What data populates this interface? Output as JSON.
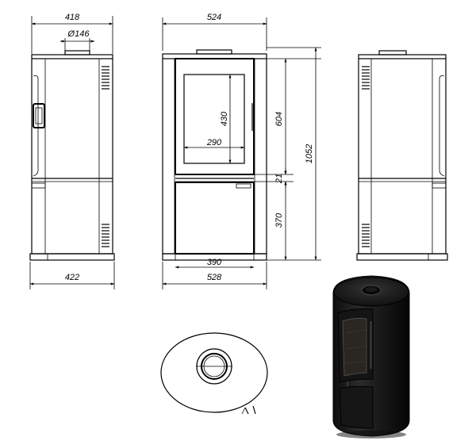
{
  "dimensions": {
    "side_left_depth": "418",
    "flue_diameter": "Ø146",
    "side_left_base_depth": "422",
    "front_width": "524",
    "front_base_width": "528",
    "window_height": "430",
    "window_width": "290",
    "door_height": "604",
    "gap_height": "21",
    "lower_door_height": "370",
    "total_height": "1052",
    "base_opening_width": "390"
  },
  "colors": {
    "line": "#000000",
    "stove_body": "#1a1a1a",
    "stove_highlight": "#3a3a3a",
    "glass": "#2a2622"
  }
}
